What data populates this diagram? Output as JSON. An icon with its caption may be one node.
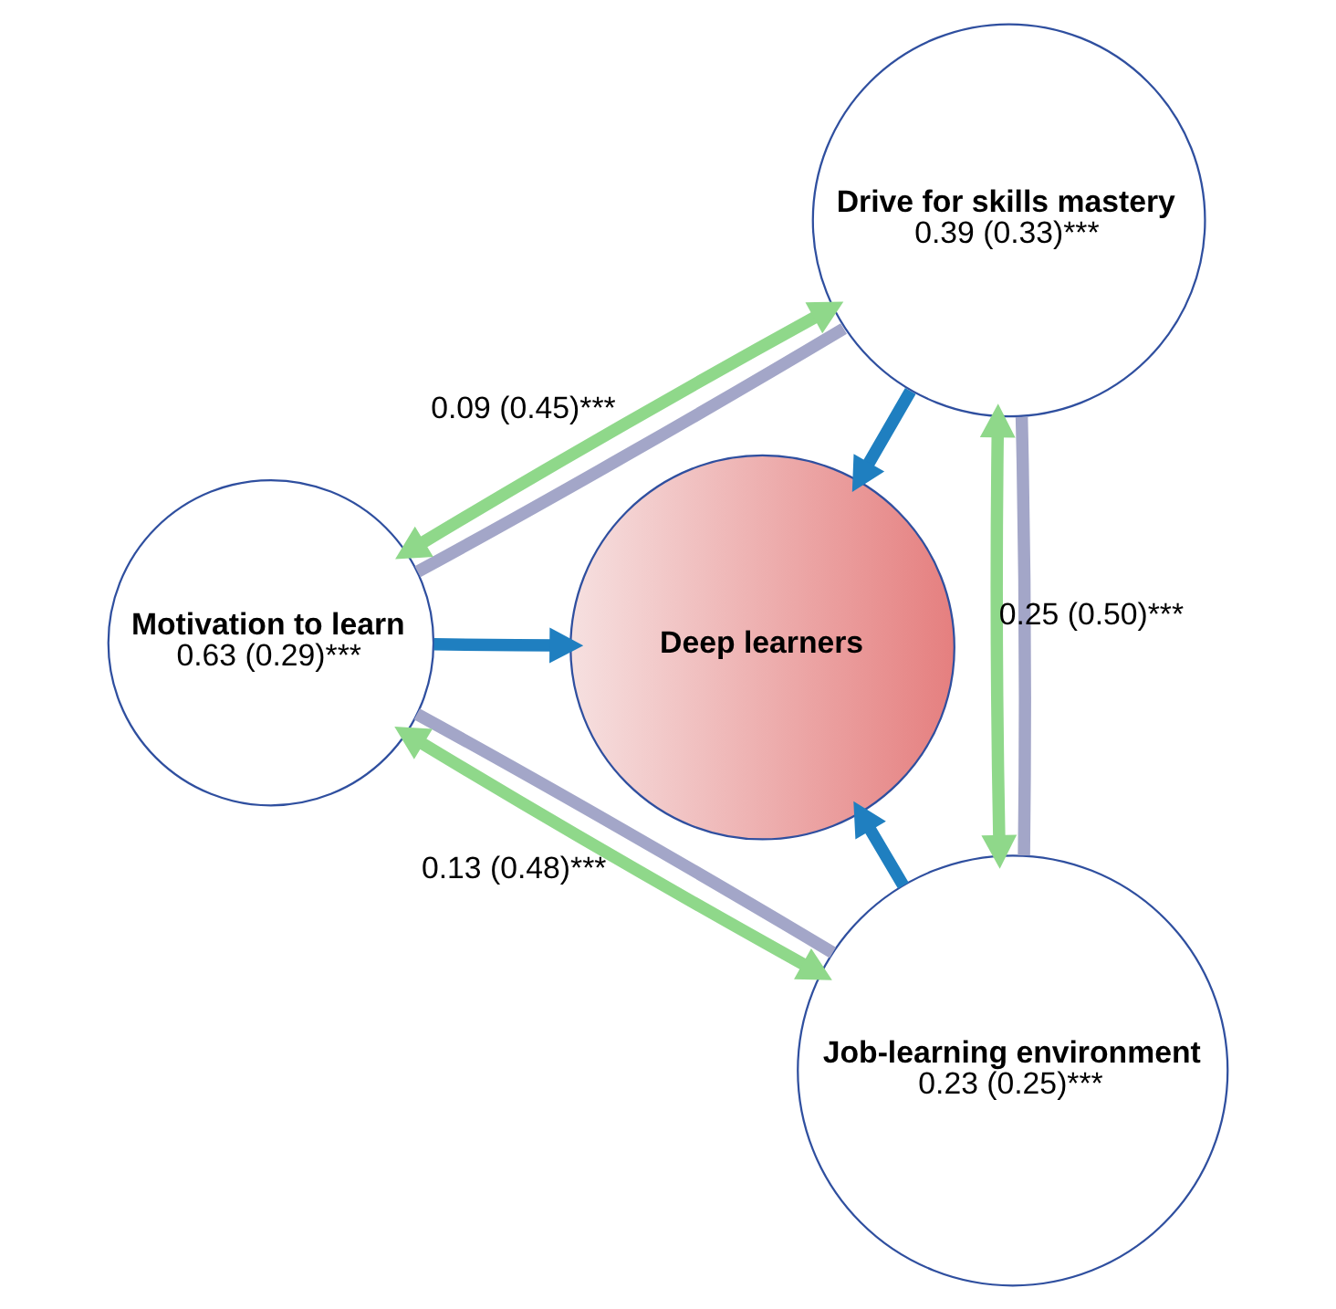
{
  "diagram": {
    "nodes": [
      {
        "text": [
          "Drive for skills mastery",
          "0.39 (0.33)***"
        ]
      },
      {
        "text": [
          "Deep learners"
        ]
      },
      {
        "text": [
          "Motivation to learn",
          "0.63 (0.29)***"
        ]
      },
      {
        "text": [
          "Job-learning environment",
          "0.23 (0.25)***"
        ]
      }
    ],
    "edges": [
      {
        "from": 0,
        "to": 2,
        "arrow": "none",
        "color": "#a3a6c8"
      },
      {
        "from": 0,
        "to": 3,
        "arrow": "none",
        "color": "#a3a6c8"
      },
      {
        "from": 2,
        "to": 3,
        "arrow": "none",
        "color": "#a3a6c8"
      },
      {
        "from": 0,
        "to": 1,
        "arrow": "to",
        "color": "#1f7fc0"
      },
      {
        "from": 2,
        "to": 1,
        "arrow": "to",
        "color": "#1f7fc0"
      },
      {
        "from": 3,
        "to": 1,
        "arrow": "to",
        "color": "#1f7fc0"
      },
      {
        "from": 0,
        "to": 2,
        "arrow": "both",
        "label": "0.09 (0.45)***",
        "color": "#8fd88a"
      },
      {
        "from": 0,
        "to": 3,
        "arrow": "both",
        "label": "0.25 (0.50)***",
        "color": "#8fd88a"
      },
      {
        "from": 2,
        "to": 3,
        "arrow": "both",
        "label": "0.13 (0.48)***",
        "color": "#8fd88a"
      }
    ]
  }
}
